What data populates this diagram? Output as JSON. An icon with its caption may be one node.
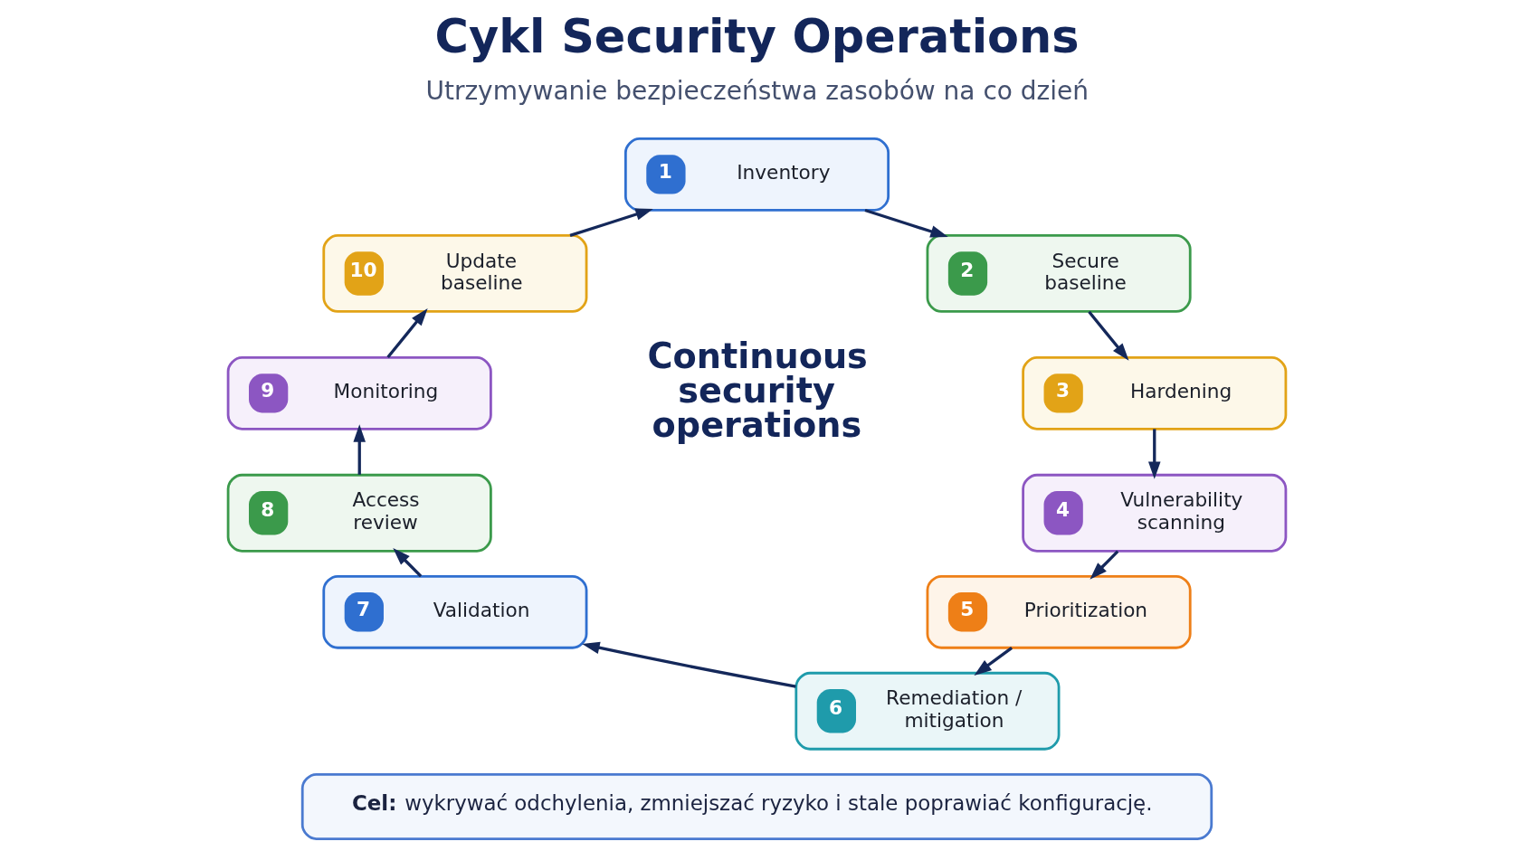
{
  "diagram": {
    "title": "Cykl Security Operations",
    "nodes": [
      {
        "text": [
          "1",
          "Inventory"
        ]
      },
      {
        "text": [
          "2",
          "Secure baseline"
        ]
      },
      {
        "text": [
          "3",
          "Hardening"
        ]
      },
      {
        "text": [
          "4",
          "Vulnerability scanning"
        ]
      },
      {
        "text": [
          "5",
          "Prioritization"
        ]
      },
      {
        "text": [
          "6",
          "Remediation / mitigation"
        ]
      },
      {
        "text": [
          "7",
          "Validation"
        ]
      },
      {
        "text": [
          "8",
          "Access review"
        ]
      },
      {
        "text": [
          "9",
          "Monitoring"
        ]
      },
      {
        "text": [
          "10",
          "Update baseline"
        ]
      },
      {
        "text": [
          "**Cel:** wykrywać odchylenia, zmniejszać ryzyko i stale poprawiać konfigurację."
        ]
      }
    ],
    "edges": [
      {
        "from": 0,
        "to": 1,
        "arrow": "to"
      },
      {
        "from": 1,
        "to": 2,
        "arrow": "to"
      },
      {
        "from": 2,
        "to": 3,
        "arrow": "to"
      },
      {
        "from": 3,
        "to": 4,
        "arrow": "to"
      },
      {
        "from": 4,
        "to": 5,
        "arrow": "to"
      },
      {
        "from": 5,
        "to": 6,
        "arrow": "to"
      },
      {
        "from": 6,
        "to": 7,
        "arrow": "to"
      },
      {
        "from": 7,
        "to": 8,
        "arrow": "to"
      },
      {
        "from": 8,
        "to": 9,
        "arrow": "to"
      },
      {
        "from": 9,
        "to": 0,
        "arrow": "to"
      }
    ],
    "labels": [
      "Utrzymywanie bezpieczeństwa zasobów na co dzień",
      "Continuous security operations"
    ]
  }
}
